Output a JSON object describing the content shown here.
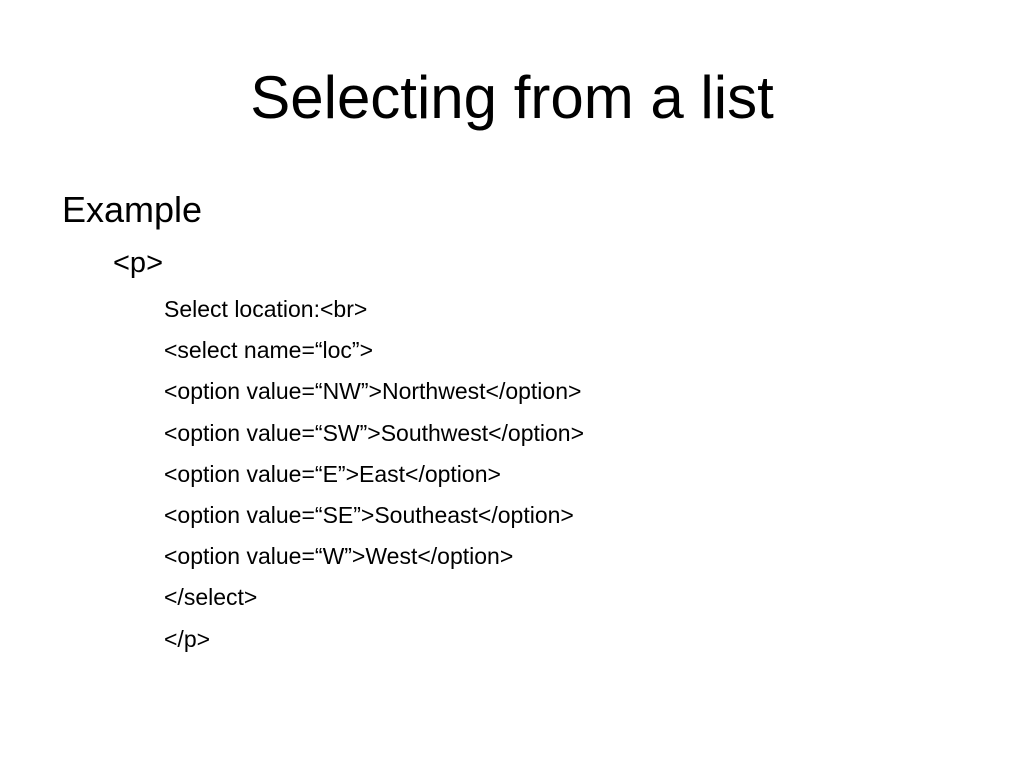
{
  "slide": {
    "title": "Selecting from a list",
    "bullet": "Example",
    "sub_bullet": "<p>",
    "code_lines": [
      "Select location:<br>",
      "<select name=“loc”>",
      "<option value=“NW”>Northwest</option>",
      "<option value=“SW”>Southwest</option>",
      "<option value=“E”>East</option>",
      "<option value=“SE”>Southeast</option>",
      "<option value=“W”>West</option>",
      "</select>",
      "</p>"
    ]
  }
}
